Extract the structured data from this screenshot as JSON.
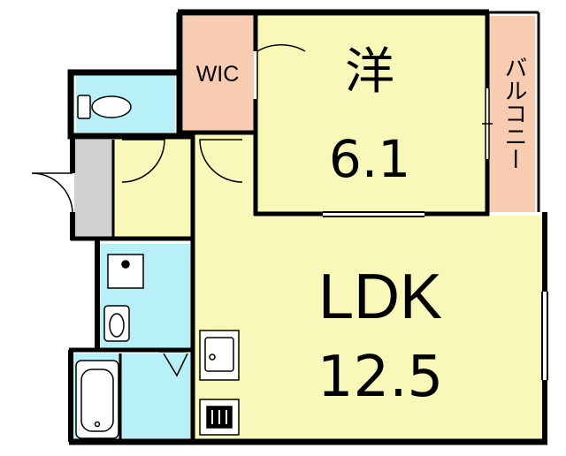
{
  "colors": {
    "wall": "#000000",
    "room_yellow": "#f8f8b8",
    "room_wet": "#b8f0f8",
    "room_storage": "#f8ccb0",
    "closet_gray": "#d0d0d0"
  },
  "rooms": {
    "western_room": {
      "name": "洋",
      "size": "6.1"
    },
    "ldk": {
      "name": "LDK",
      "size": "12.5"
    },
    "wic": {
      "name": "WIC"
    },
    "balcony": {
      "name": "バルコニー"
    }
  }
}
